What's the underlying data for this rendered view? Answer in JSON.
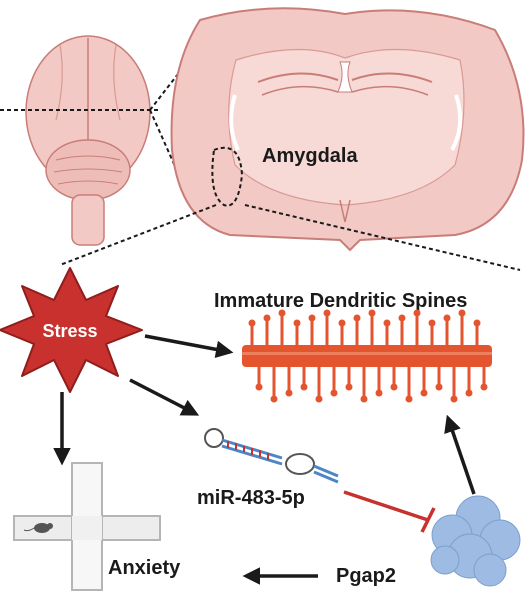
{
  "labels": {
    "region": "Amygdala",
    "stressor": "Stress",
    "spines": "Immature Dendritic Spines",
    "mirna": "miR-483-5p",
    "outcome": "Anxiety",
    "gene": "Pgap2"
  },
  "colors": {
    "brain_fill": "#f2c9c4",
    "brain_stroke": "#c97d78",
    "stress_fill": "#c8312e",
    "dendrite": "#e3542f",
    "inhibition": "#c8312e",
    "arrow": "#1a1a1a",
    "protein": "#9ebbe4",
    "maze": "#c9c9c9"
  },
  "icons": [
    "brain-top-view",
    "brain-coronal-section",
    "stress-star",
    "dendrite-with-spines",
    "mirna-hairpin",
    "plus-maze-with-mouse",
    "pgap2-protein-blob"
  ]
}
